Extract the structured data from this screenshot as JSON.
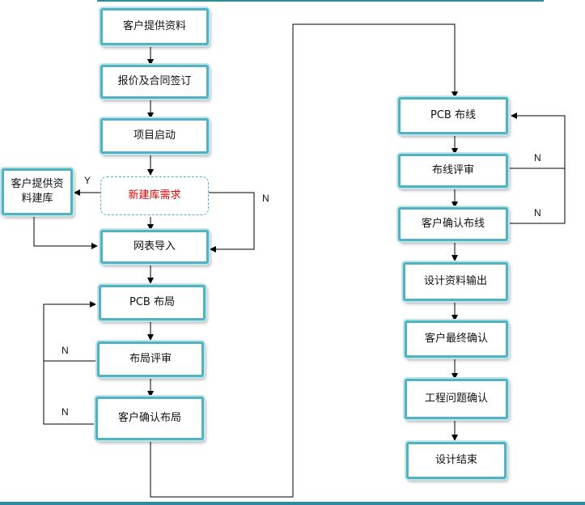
{
  "steps": {
    "s1": "客户提供资料",
    "s2": "报价及合同签订",
    "s3": "项目启动",
    "decision": "新建库需求",
    "lib": "客户提供资料建库",
    "s4": "网表导入",
    "s5": "PCB 布局",
    "s6": "布局评审",
    "s7": "客户确认布局",
    "r1": "PCB 布线",
    "r2": "布线评审",
    "r3": "客户确认布线",
    "r4": "设计资料输出",
    "r5": "客户最终确认",
    "r6": "工程问题确认",
    "r7": "设计结束"
  },
  "labels": {
    "yes": "Y",
    "no": "N"
  },
  "colors": {
    "border": "#4fb3c2",
    "decision_text": "#e00000",
    "frame": "#2e8b9a"
  }
}
